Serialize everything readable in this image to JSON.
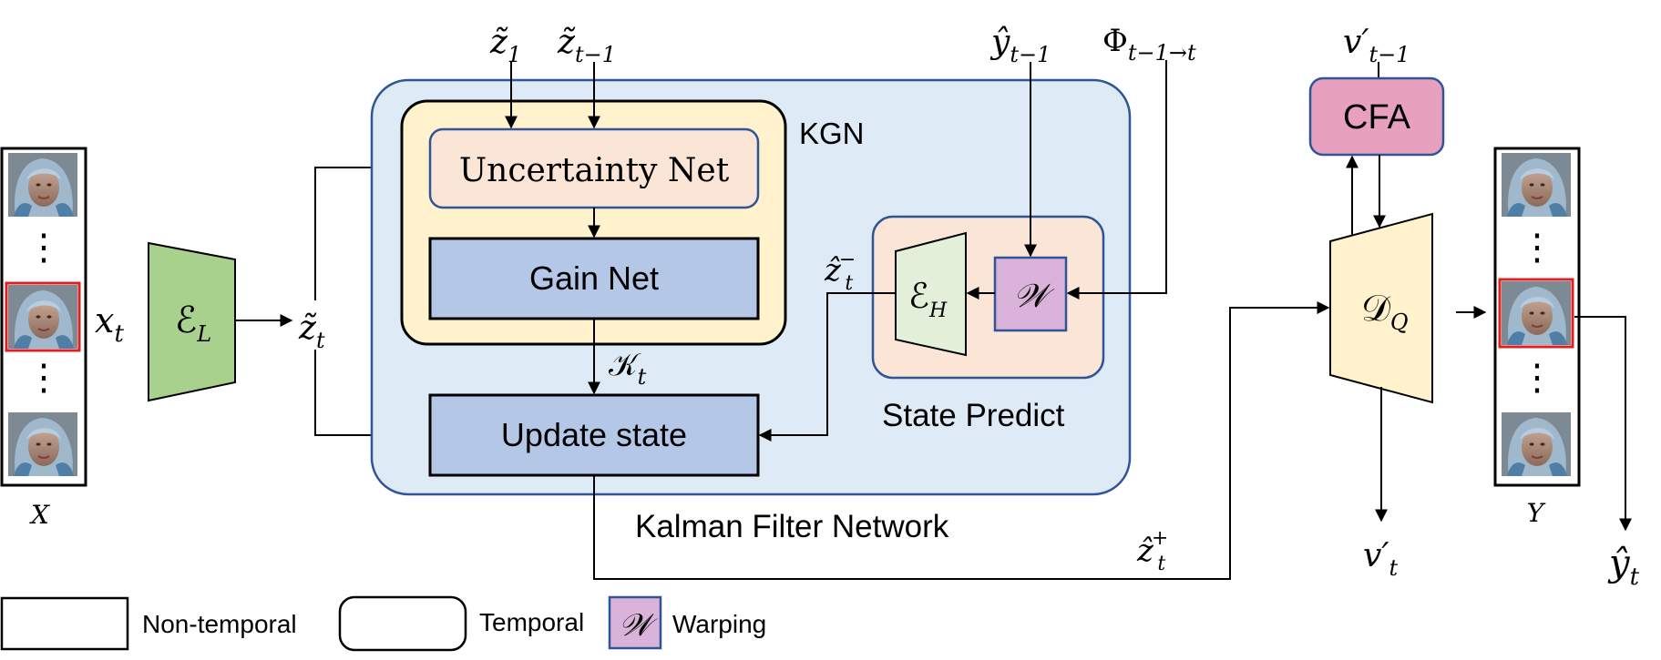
{
  "colors": {
    "kfn_bg": "#deebf7",
    "kfn_border": "#2f5597",
    "kgn_bg": "#fff2cc",
    "uncertainty_bg": "#fbe5d6",
    "blue_box": "#b4c7e7",
    "state_predict_bg": "#fbe5d6",
    "encoder_green": "#a9d18e",
    "encoder_h_green": "#e2f0d9",
    "warp_purple": "#d9b3d9",
    "cfa_pink": "#e8a0bf",
    "decoder_yellow": "#fff2cc",
    "frame_highlight": "#e02020"
  },
  "labels": {
    "kgn": "KGN",
    "uncertainty_net": "Uncertainty Net",
    "gain_net": "Gain Net",
    "update_state": "Update state",
    "state_predict": "State Predict",
    "kalman_filter_network": "Kalman Filter Network",
    "cfa": "CFA"
  },
  "math": {
    "z1": {
      "base": "z̃",
      "sub": "1"
    },
    "zt_minus_1": {
      "base": "z̃",
      "sub": "t−1"
    },
    "y_hat_t_minus_1": {
      "base": "ŷ",
      "sub": "t−1"
    },
    "phi": {
      "base": "Φ",
      "sub": "t−1→t"
    },
    "v_prime_t_minus_1": {
      "base": "v′",
      "sub": "t−1"
    },
    "x_t": {
      "base": "x",
      "sub": "t"
    },
    "encoder_l": {
      "base": "ℰ",
      "sub": "L"
    },
    "z_tilde_t": {
      "base": "z̃",
      "sub": "t"
    },
    "kalman_gain": {
      "base": "𝒦",
      "sub": "t"
    },
    "z_hat_t_minus": {
      "base": "ẑ",
      "sub": "t",
      "sup": "−"
    },
    "encoder_h": {
      "base": "ℰ",
      "sub": "H"
    },
    "warp": "𝒲",
    "z_hat_t_plus": {
      "base": "ẑ",
      "sub": "t",
      "sup": "+"
    },
    "decoder_q": {
      "base": "𝒟",
      "sub": "Q"
    },
    "v_prime_t": {
      "base": "v′",
      "sub": "t"
    },
    "y_hat_t": {
      "base": "ŷ",
      "sub": "t"
    },
    "X": "X",
    "Y": "Y",
    "dots": "⋮"
  },
  "legend": {
    "non_temporal": "Non-temporal",
    "temporal": "Temporal",
    "warping": "Warping",
    "warping_symbol": "𝒲"
  }
}
